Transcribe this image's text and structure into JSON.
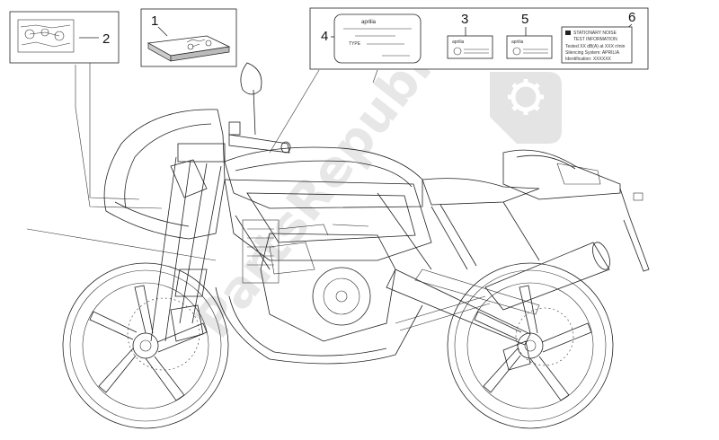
{
  "callouts": {
    "c1": "1",
    "c2": "2",
    "c3": "3",
    "c4": "4",
    "c5": "5",
    "c6": "6"
  },
  "labels": {
    "plate4_brand": "aprilia",
    "plate4_line2": "TYPE",
    "plate3_brand": "aprilia",
    "plate5_brand": "aprilia",
    "plate6_line1": "STATIONARY NOISE",
    "plate6_line2": "TEST INFORMATION",
    "plate6_line3": "Tested XX dB(A) at XXX r/min",
    "plate6_line4": "Silencing System: APRILIA",
    "plate6_line5": "Identification: XXXXXX"
  },
  "watermark": {
    "text": "PartsRepublik"
  },
  "icons": {
    "watermark_logo": "gear-icon"
  }
}
